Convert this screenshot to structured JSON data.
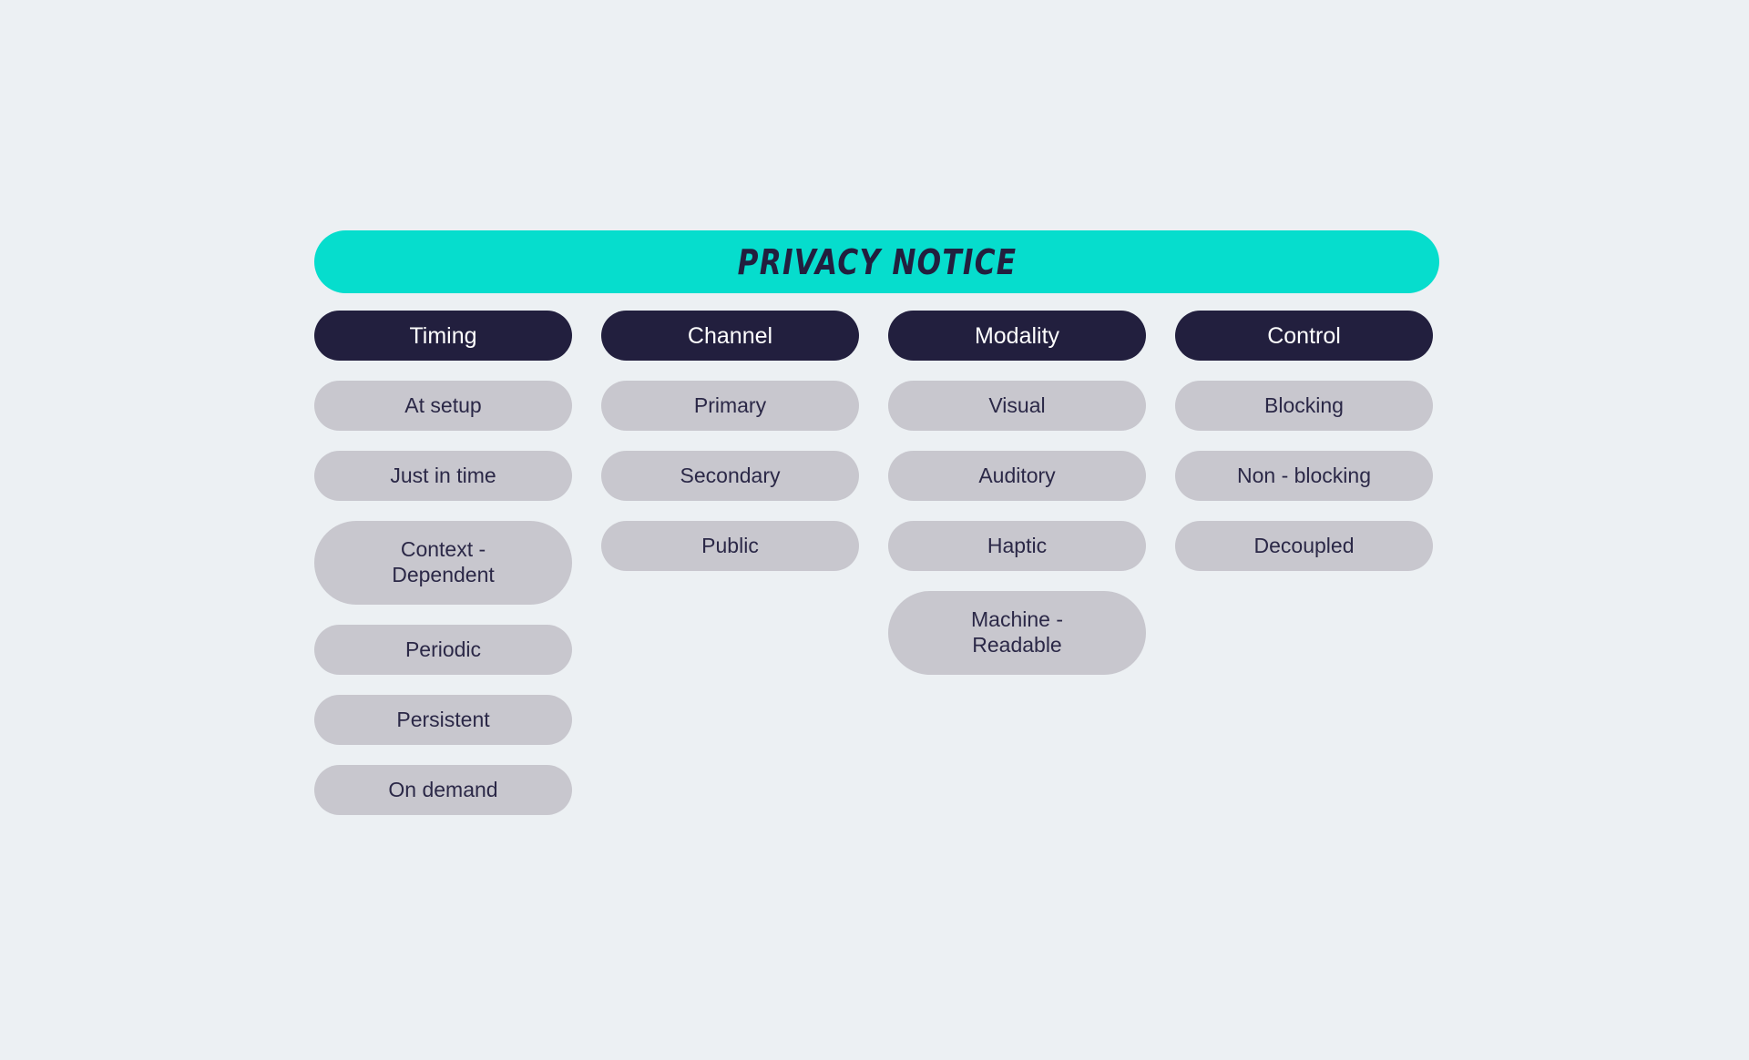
{
  "title": {
    "text": "PRIVACY NOTICE",
    "background_color": "#06DDCD",
    "text_color": "#221F3E"
  },
  "colors": {
    "page_background": "#ECF0F3",
    "accent": "#06DDCD",
    "header_pill": "#221F3E",
    "item_pill": "#C8C7CE",
    "item_text": "#2B2847",
    "header_text": "#FFFFFF"
  },
  "columns": [
    {
      "header": "Timing",
      "items": [
        {
          "label": "At setup",
          "lines": [
            "At setup"
          ]
        },
        {
          "label": "Just in time",
          "lines": [
            "Just in time"
          ]
        },
        {
          "label": "Context - Dependent",
          "lines": [
            "Context -",
            "Dependent"
          ]
        },
        {
          "label": "Periodic",
          "lines": [
            "Periodic"
          ]
        },
        {
          "label": "Persistent",
          "lines": [
            "Persistent"
          ]
        },
        {
          "label": "On demand",
          "lines": [
            "On demand"
          ]
        }
      ]
    },
    {
      "header": "Channel",
      "items": [
        {
          "label": "Primary",
          "lines": [
            "Primary"
          ]
        },
        {
          "label": "Secondary",
          "lines": [
            "Secondary"
          ]
        },
        {
          "label": "Public",
          "lines": [
            "Public"
          ]
        }
      ]
    },
    {
      "header": "Modality",
      "items": [
        {
          "label": "Visual",
          "lines": [
            "Visual"
          ]
        },
        {
          "label": "Auditory",
          "lines": [
            "Auditory"
          ]
        },
        {
          "label": "Haptic",
          "lines": [
            "Haptic"
          ]
        },
        {
          "label": "Machine - Readable",
          "lines": [
            "Machine -",
            "Readable"
          ]
        }
      ]
    },
    {
      "header": "Control",
      "items": [
        {
          "label": "Blocking",
          "lines": [
            "Blocking"
          ]
        },
        {
          "label": "Non - blocking",
          "lines": [
            "Non - blocking"
          ]
        },
        {
          "label": "Decoupled",
          "lines": [
            "Decoupled"
          ]
        }
      ]
    }
  ]
}
